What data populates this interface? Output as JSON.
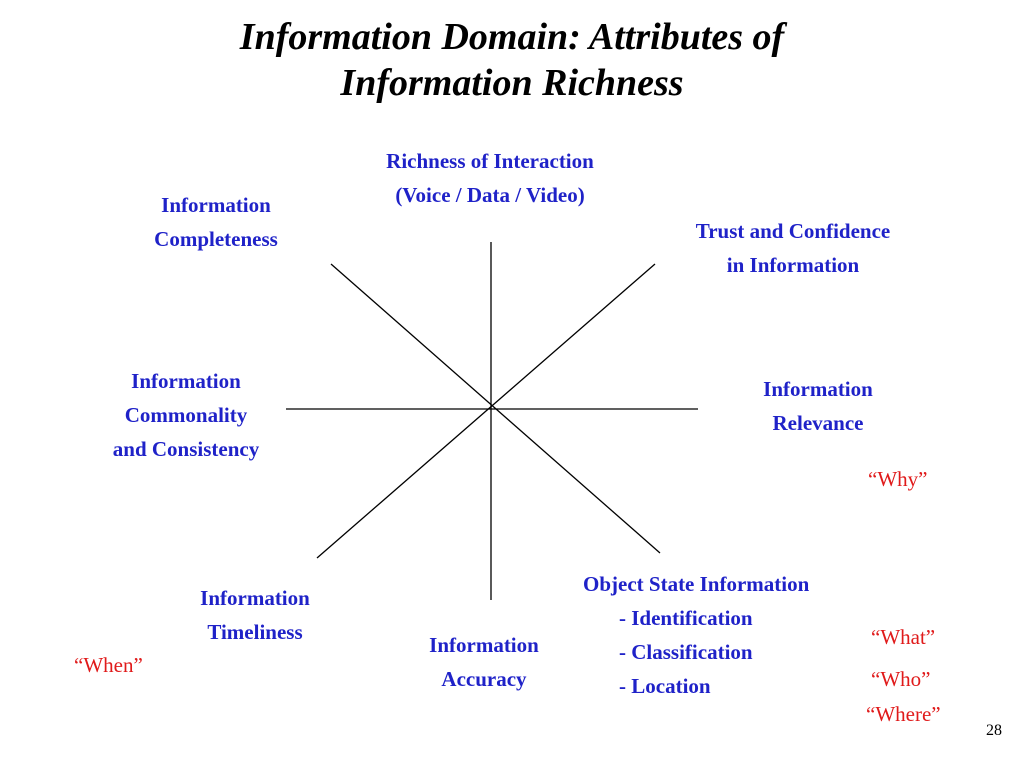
{
  "title": {
    "line1": "Information Domain: Attributes of",
    "line2": "Information Richness"
  },
  "attributes": {
    "top": {
      "lines": [
        "Richness of Interaction",
        "(Voice / Data / Video)"
      ]
    },
    "top_right": {
      "lines": [
        "Trust and Confidence",
        "in Information"
      ]
    },
    "right": {
      "lines": [
        "Information",
        "Relevance"
      ]
    },
    "bottom_right": {
      "heading": "Object State Information",
      "items": [
        "- Identification",
        "- Classification",
        "- Location"
      ]
    },
    "bottom": {
      "lines": [
        "Information",
        "Accuracy"
      ]
    },
    "bottom_left": {
      "lines": [
        "Information",
        "Timeliness"
      ]
    },
    "left": {
      "lines": [
        "Information",
        "Commonality",
        "and Consistency"
      ]
    },
    "top_left": {
      "lines": [
        "Information",
        "Completeness"
      ]
    }
  },
  "questions": {
    "why": "“Why”",
    "what": "“What”",
    "who": "“Who”",
    "where": "“Where”",
    "when": "“When”"
  },
  "page_number": "28",
  "colors": {
    "label": "#1f22c8",
    "question": "#e01a1a",
    "axis": "#000000"
  }
}
